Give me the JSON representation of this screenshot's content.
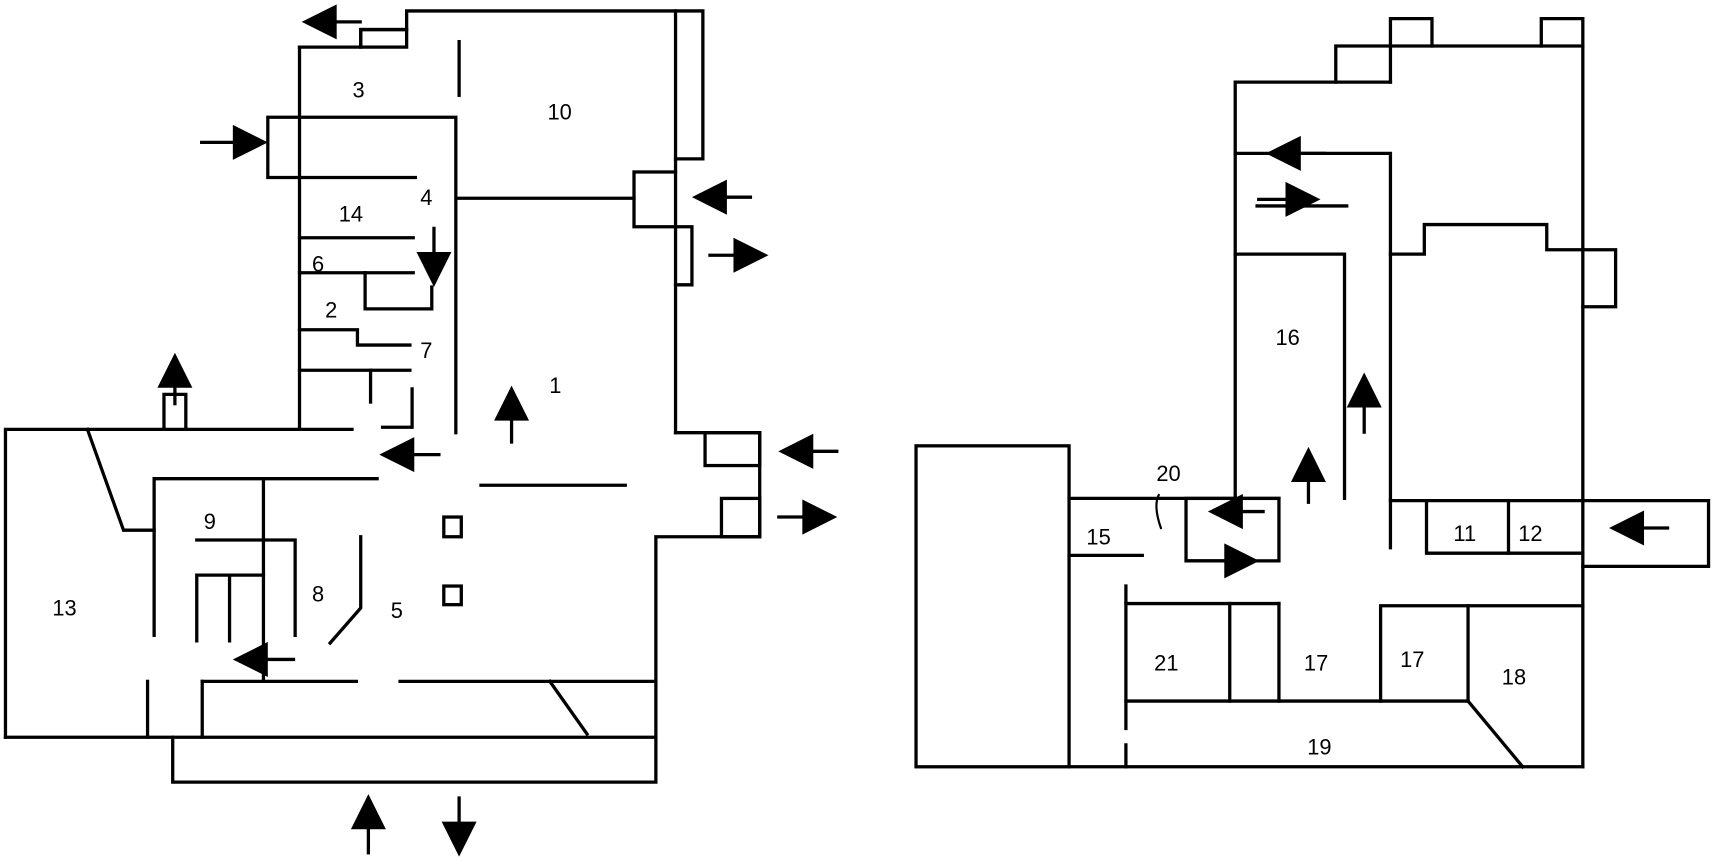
{
  "title": "Floor plan with room numbers and flow arrows",
  "left_plan": {
    "labels": [
      "3",
      "10",
      "4",
      "14",
      "6",
      "2",
      "7",
      "1",
      "9",
      "8",
      "5",
      "13"
    ]
  },
  "right_plan": {
    "labels": [
      "20",
      "15",
      "16",
      "11",
      "12",
      "21",
      "17",
      "17",
      "18",
      "19"
    ]
  },
  "colors": {
    "line": "#000000",
    "background": "#ffffff"
  }
}
